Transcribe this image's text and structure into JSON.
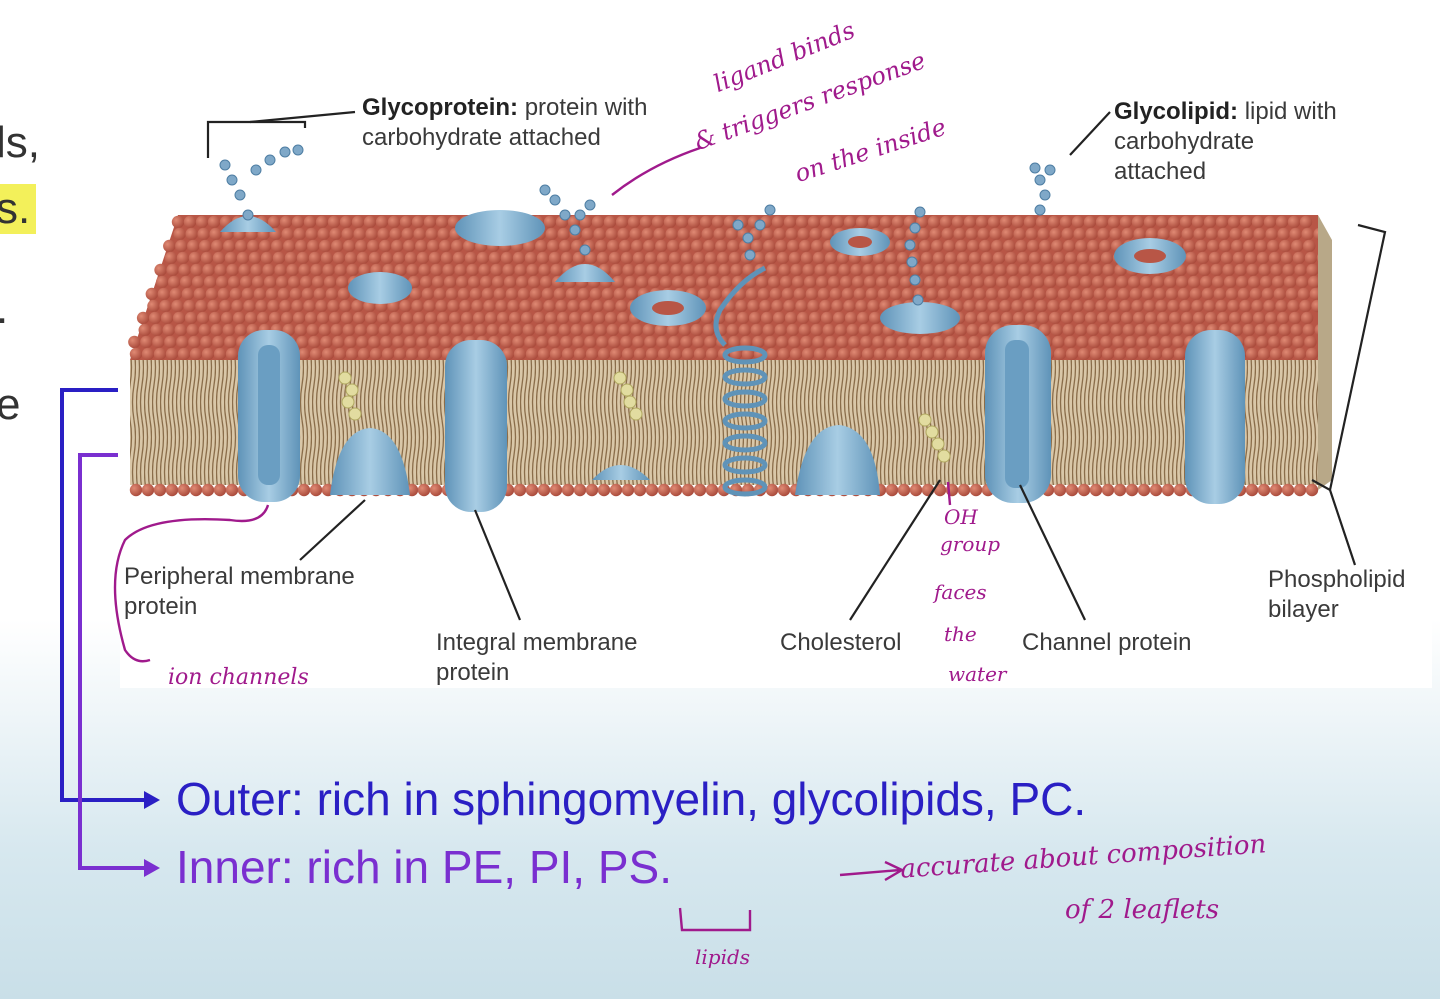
{
  "left_fragments": {
    "line1": "ls,",
    "line2": "s.",
    "line3": ".",
    "line4": "e"
  },
  "labels": {
    "glycoprotein_bold": "Glycoprotein:",
    "glycoprotein_rest": "protein with",
    "glycoprotein_line2": "carbohydrate attached",
    "glycolipid_bold": "Glycolipid:",
    "glycolipid_rest": "lipid with",
    "glycolipid_line2": "carbohydrate",
    "glycolipid_line3": "attached",
    "peripheral_line1": "Peripheral membrane",
    "peripheral_line2": "protein",
    "integral_line1": "Integral membrane",
    "integral_line2": "protein",
    "cholesterol": "Cholesterol",
    "channel": "Channel protein",
    "phospholipid_line1": "Phospholipid",
    "phospholipid_line2": "bilayer"
  },
  "handwriting": {
    "ligand_line1": "ligand binds",
    "ligand_line2": "& triggers response",
    "ligand_line3": "on the inside",
    "oh_line1": "OH",
    "oh_line2": "group",
    "oh_line3": "faces",
    "oh_line4": "the",
    "oh_line5": "water",
    "ion": "ion channels",
    "accurate_line1": "accurate about composition",
    "accurate_line2": "of 2 leaflets",
    "lipids": "lipids"
  },
  "bullets": {
    "outer": "Outer: rich in sphingomyelin, glycolipids, PC.",
    "inner": "Inner: rich in PE, PI, PS."
  },
  "colors": {
    "outer": "#2a1fc4",
    "inner": "#7a2fd0",
    "annotation": "#a01a8c",
    "protein": "#7fb0cf",
    "lipid_head": "#c4604e",
    "highlight": "#f3f05a"
  }
}
